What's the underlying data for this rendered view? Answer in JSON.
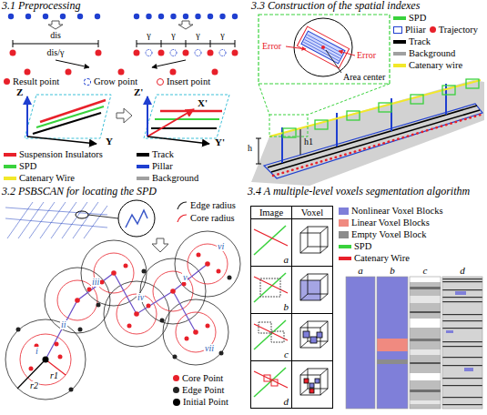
{
  "diagram": {
    "nodes": [
      {
        "text": [
          "Image"
        ]
      },
      {
        "text": [
          "Voxel"
        ]
      },
      {
        "text": [
          "a"
        ]
      },
      {
        "text": [
          "b"
        ]
      },
      {
        "text": [
          "c"
        ]
      },
      {
        "text": [
          "d"
        ]
      }
    ],
    "labels": [
      "3.1 Preprocessing",
      "3.3 Construction of the spatial indexes",
      "3.2 PSBSCAN for locating the SPD",
      "3.4 A multiple-level voxels segmentation algorithm",
      "dis",
      "dis/γ",
      "γ",
      "γ",
      "γ",
      "γ",
      "Z",
      "Y",
      "Z'",
      "X'",
      "Y'",
      "Error",
      "Error",
      "Area center",
      "h1",
      "h",
      "i",
      "ii",
      "iii",
      "iv",
      "v",
      "vi",
      "vii",
      "r1",
      "r2",
      "a",
      "b",
      "c",
      "d"
    ],
    "legend": [
      {
        "text": "Result point"
      },
      {
        "text": "Grow point"
      },
      {
        "text": "Insert point"
      },
      {
        "text": "Suspension Insulators",
        "color": "#e8202a"
      },
      {
        "text": "SPD",
        "color": "#39d23c"
      },
      {
        "text": "Catenary Wire",
        "color": "#f2e829"
      },
      {
        "text": "Track",
        "color": "#000000"
      },
      {
        "text": "Pillar",
        "color": "#1f3fd0"
      },
      {
        "text": "Background",
        "color": "#a0a0a0"
      },
      {
        "text": "SPD",
        "color": "#39d23c"
      },
      {
        "text": "Pliiar",
        "color": "#1f3fd0"
      },
      {
        "text": "Trajectory",
        "color": "#e8202a"
      },
      {
        "text": "Track",
        "color": "#000000"
      },
      {
        "text": "Background",
        "color": "#a0a0a0"
      },
      {
        "text": "Catenary wire",
        "color": "#f2e829"
      },
      {
        "text": "Edge radius"
      },
      {
        "text": "Core radius"
      },
      {
        "text": "Core Point"
      },
      {
        "text": "Edge Point"
      },
      {
        "text": "Initial Point"
      },
      {
        "text": "Nonlinear Voxel Blocks",
        "color": "#7f7fd9"
      },
      {
        "text": "Linear Voxel Blocks",
        "color": "#f08a80"
      },
      {
        "text": "Empty Voxel Block",
        "color": "#8c8c8c"
      },
      {
        "text": "SPD",
        "color": "#39d23c"
      },
      {
        "text": "Catenary Wire",
        "color": "#e8202a"
      }
    ]
  }
}
